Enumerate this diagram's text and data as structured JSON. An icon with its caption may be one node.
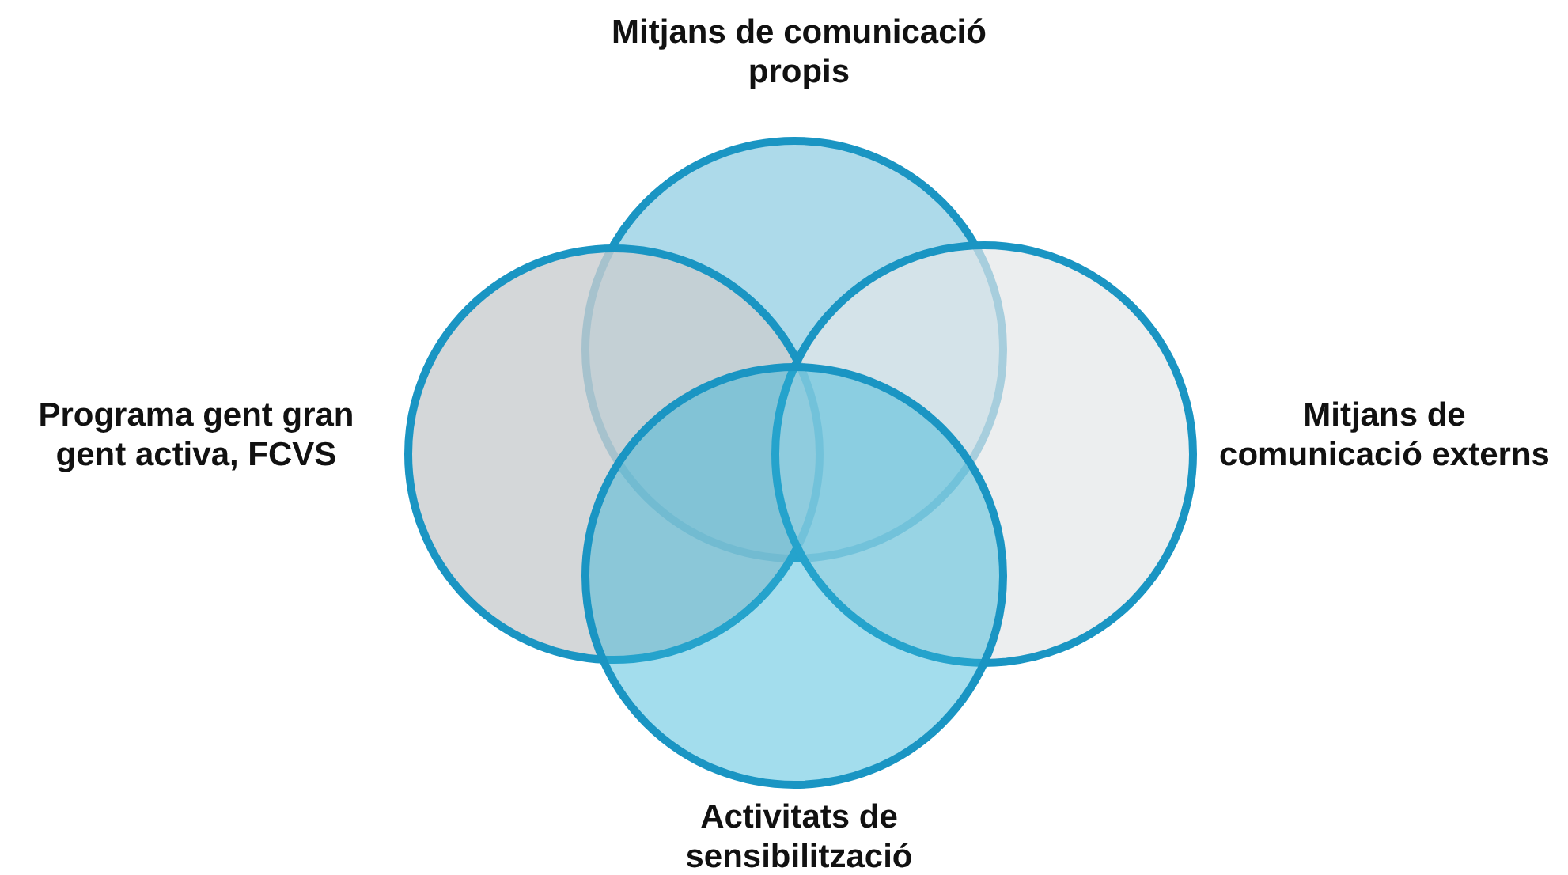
{
  "diagram": {
    "nodes": [
      {
        "text": [
          "Mitjans de comunicació propis"
        ]
      },
      {
        "text": [
          "Programa gent gran gent activa, FCVS"
        ]
      },
      {
        "text": [
          "Mitjans de comunicació externs"
        ]
      },
      {
        "text": [
          "Activitats de sensibilització"
        ]
      }
    ]
  }
}
